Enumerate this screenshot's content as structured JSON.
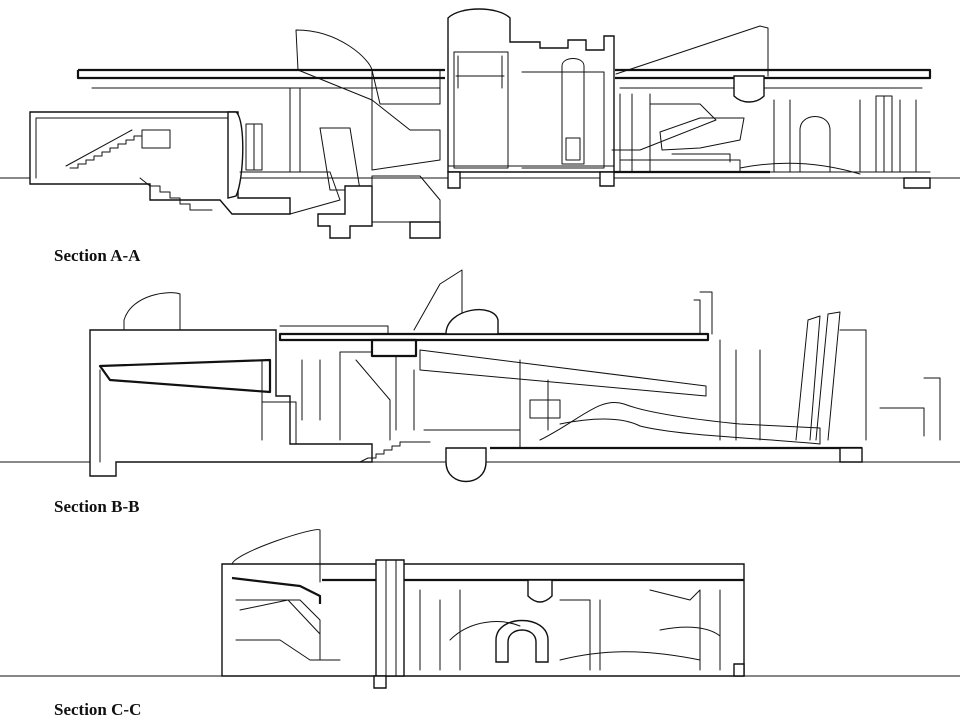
{
  "sections": [
    {
      "id": "a",
      "label": "Section A-A"
    },
    {
      "id": "b",
      "label": "Section B-B"
    },
    {
      "id": "c",
      "label": "Section C-C"
    }
  ],
  "colors": {
    "ink": "#111111",
    "background": "#ffffff"
  }
}
